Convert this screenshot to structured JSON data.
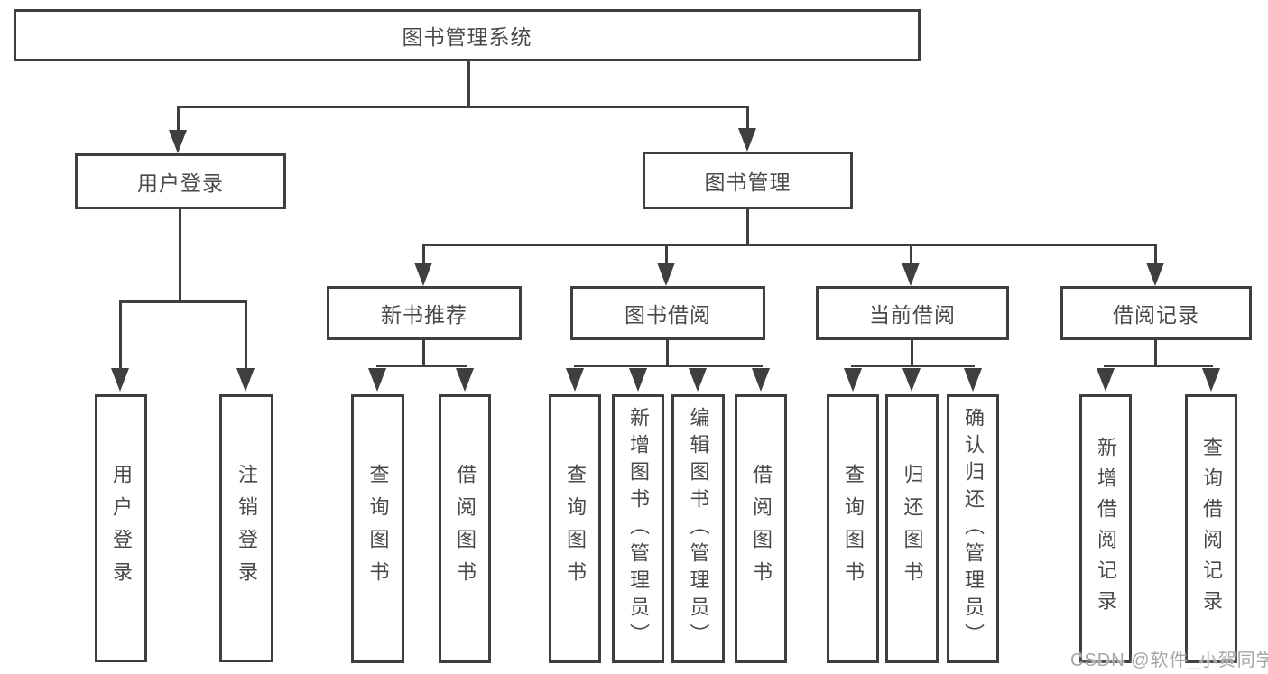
{
  "colors": {
    "line": "#3f3f3f",
    "text": "#4a4a4a",
    "watermark": "#a6a6a6"
  },
  "tree": {
    "root": {
      "label": "图书管理系统",
      "children": [
        {
          "label": "用户登录",
          "children": [
            {
              "label": "用户登录"
            },
            {
              "label": "注销登录"
            }
          ]
        },
        {
          "label": "图书管理",
          "children": [
            {
              "label": "新书推荐",
              "children": [
                {
                  "label": "查询图书"
                },
                {
                  "label": "借阅图书"
                }
              ]
            },
            {
              "label": "图书借阅",
              "children": [
                {
                  "label": "查询图书"
                },
                {
                  "label": "新增图书（管理员）"
                },
                {
                  "label": "编辑图书（管理员）"
                },
                {
                  "label": "借阅图书"
                }
              ]
            },
            {
              "label": "当前借阅",
              "children": [
                {
                  "label": "查询图书"
                },
                {
                  "label": "归还图书"
                },
                {
                  "label": "确认归还（管理员）"
                }
              ]
            },
            {
              "label": "借阅记录",
              "children": [
                {
                  "label": "新增借阅记录"
                },
                {
                  "label": "查询借阅记录"
                }
              ]
            }
          ]
        }
      ]
    }
  },
  "watermark": {
    "text": "CSDN @软件_小贺同学"
  }
}
